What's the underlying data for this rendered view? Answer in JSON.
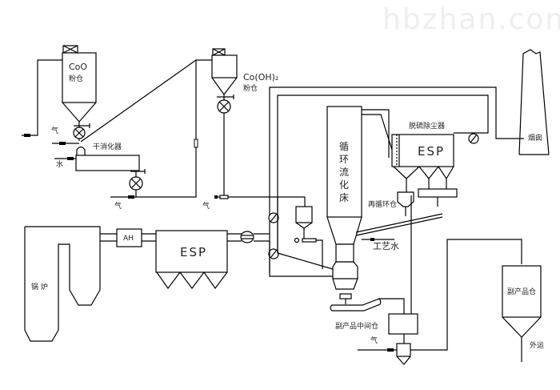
{
  "watermark": "hbzhan.com",
  "labels": {
    "coo_silo_line1": "CoO",
    "coo_silo_line2": "粉仓",
    "cooh_silo_line1": "Co(OH)₂",
    "cooh_silo_line2": "粉仓",
    "dry_slaker": "干消化器",
    "air_1": "气",
    "water_1": "水",
    "air_2": "气",
    "air_3": "气",
    "cfb_chars": [
      "循",
      "环",
      "流",
      "化",
      "床"
    ],
    "desulf_dust_collector": "脱硫除尘器",
    "esp_right": "ESP",
    "esp_left": "ESP",
    "air_heater": "AH",
    "chimney": "烟囱",
    "recirculation_bin": "再循环仓",
    "process_water": "工艺水",
    "boiler": "锅 炉",
    "byproduct_intermediate_bin": "副产品中间仓",
    "air_4": "气",
    "byproduct_bin": "副产品仓",
    "export": "外运"
  }
}
